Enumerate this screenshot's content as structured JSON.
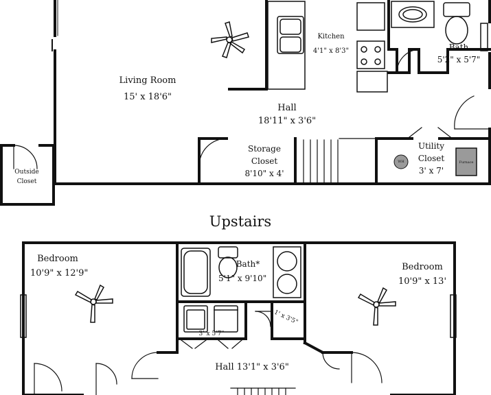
{
  "downstairs": {
    "living_room": {
      "name": "Living Room",
      "dims": "15' x 18'6\""
    },
    "kitchen": {
      "name": "Kitchen",
      "dims": "4'1\" x 8'3\""
    },
    "bath": {
      "name": "Bath",
      "dims": "5'2\" x 5'7\""
    },
    "hall": {
      "name": "Hall",
      "dims": "18'11\" x 3'6\""
    },
    "storage_closet": {
      "line1": "Storage",
      "line2": "Closet",
      "dims": "8'10\" x 4'"
    },
    "utility_closet": {
      "line1": "Utility",
      "line2": "Closet",
      "dims": "3' x 7'"
    },
    "outside_closet": {
      "line1": "Outside",
      "line2": "Closet"
    },
    "water_heater_label": "WH",
    "furnace_label": "Furnace"
  },
  "upstairs_title": "Upstairs",
  "upstairs": {
    "bedroom_left": {
      "name": "Bedroom",
      "dims": "10'9\" x 12'9\""
    },
    "bedroom_right": {
      "name": "Bedroom",
      "dims": "10'9\" x 13'"
    },
    "bath": {
      "name": "Bath*",
      "dims": "5'1\" x 9'10\""
    },
    "laundry": {
      "dims": "3' x 5'7\""
    },
    "linen_closet": {
      "dims": "1' x 3'5\""
    },
    "hall": {
      "label": "Hall 13'1\" x 3'6\""
    }
  }
}
